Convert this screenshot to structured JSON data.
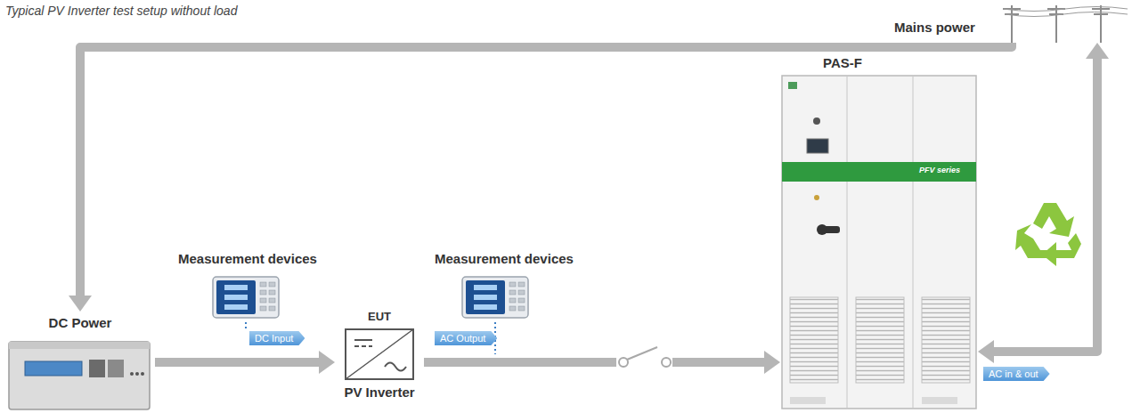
{
  "diagram": {
    "title": "Typical PV Inverter test setup without load",
    "nodes": [
      {
        "text": [
          "Mains power"
        ]
      },
      {
        "text": [
          "Measurement devices"
        ]
      },
      {
        "text": [
          "Measurement devices"
        ]
      },
      {
        "text": [
          "PAS-F"
        ]
      },
      {
        "text": [
          "DC Power"
        ]
      },
      {
        "text": [
          "EUT",
          "PV Inverter"
        ]
      }
    ],
    "edges": [
      {
        "from": 0,
        "to": 4,
        "arrow": "to"
      },
      {
        "from": 4,
        "to": 5,
        "arrow": "to",
        "label": "DC Input"
      },
      {
        "from": 5,
        "to": 3,
        "arrow": "to",
        "label": "AC Output"
      },
      {
        "from": 3,
        "to": 0,
        "arrow": "both",
        "label": "AC in & out"
      }
    ],
    "labels": [
      "PFV series"
    ]
  }
}
